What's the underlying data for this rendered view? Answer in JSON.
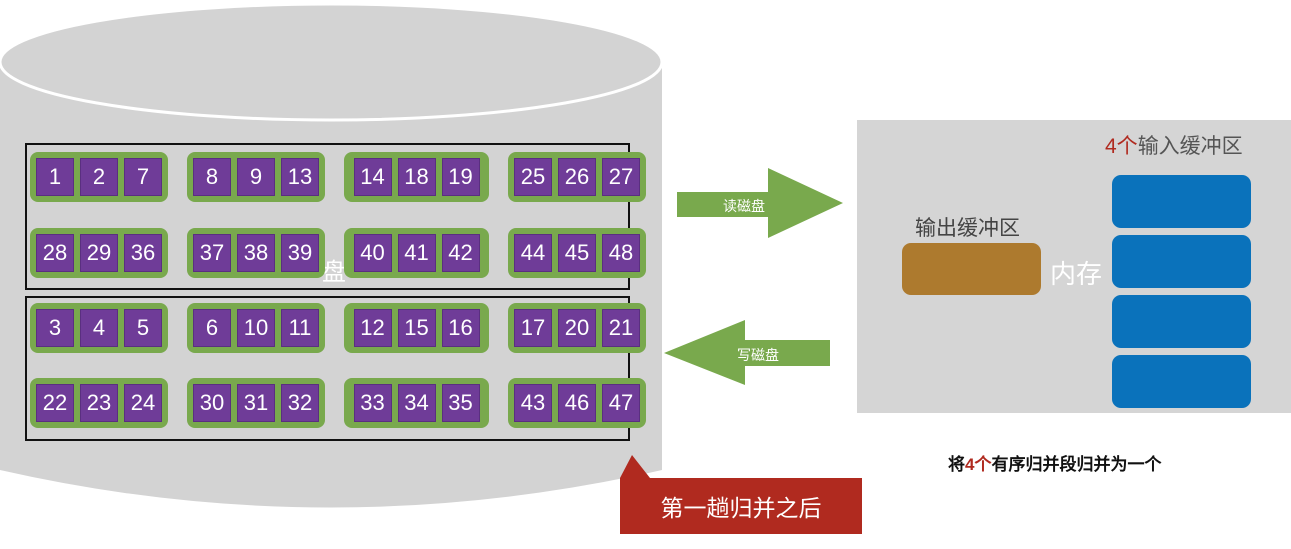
{
  "colors": {
    "disk": "#d3d3d3",
    "group": "#79a94d",
    "cell": "#6f3c98",
    "arrow": "#79a94d",
    "memory": "#d5d5d5",
    "output_buffer": "#ad7a2e",
    "input_buffer": "#0a72bb",
    "accent_red": "#b02a1f",
    "callout": "#b02a1f"
  },
  "disk": {
    "label": "盘",
    "top_box_rows": [
      [
        [
          1,
          2,
          7
        ],
        [
          8,
          9,
          13
        ],
        [
          14,
          18,
          19
        ],
        [
          25,
          26,
          27
        ]
      ],
      [
        [
          28,
          29,
          36
        ],
        [
          37,
          38,
          39
        ],
        [
          40,
          41,
          42
        ],
        [
          44,
          45,
          48
        ]
      ]
    ],
    "bottom_box_rows": [
      [
        [
          3,
          4,
          5
        ],
        [
          6,
          10,
          11
        ],
        [
          12,
          15,
          16
        ],
        [
          17,
          20,
          21
        ]
      ],
      [
        [
          22,
          23,
          24
        ],
        [
          30,
          31,
          32
        ],
        [
          33,
          34,
          35
        ],
        [
          43,
          46,
          47
        ]
      ]
    ]
  },
  "arrows": {
    "read_label": "读磁盘",
    "write_label": "写磁盘"
  },
  "memory": {
    "label": "内存",
    "output_buffer_label": "输出缓冲区",
    "input_buffer_count": "4个",
    "input_buffer_label": "输入缓冲区"
  },
  "caption": {
    "prefix": "将",
    "highlight": "4个",
    "suffix": "有序归并段归并为一个"
  },
  "callout": {
    "text": "第一趟归并之后"
  }
}
